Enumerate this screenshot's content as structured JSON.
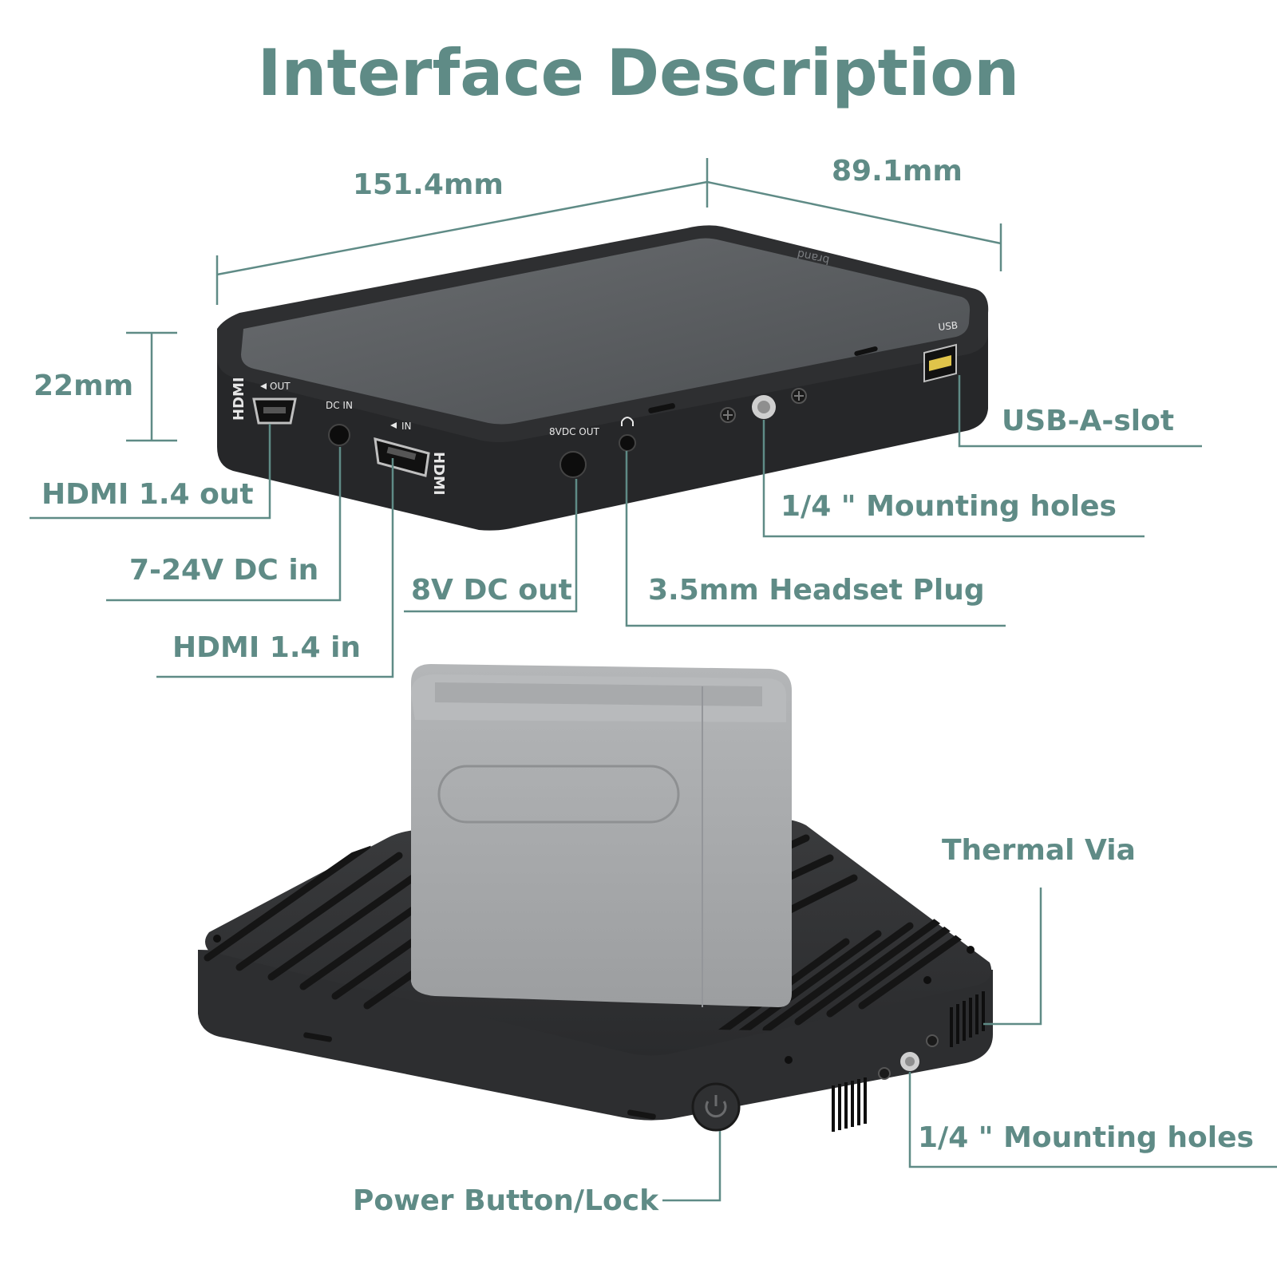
{
  "title": "Interface Description",
  "dimensions": {
    "length": "151.4mm",
    "width": "89.1mm",
    "height": "22mm"
  },
  "callouts": {
    "hdmi_out": "HDMI 1.4 out",
    "dc_in": "7-24V DC in",
    "hdmi_in": "HDMI 1.4 in",
    "dc_out": "8V DC out",
    "headset": "3.5mm Headset Plug",
    "mounting_top": "1/4 \" Mounting holes",
    "usb": "USB-A-slot",
    "thermal": "Thermal Via",
    "mounting_bottom": "1/4 \" Mounting holes",
    "power": "Power Button/Lock"
  },
  "device_port_labels": {
    "out": "OUT",
    "dc_in": "DC IN",
    "in": "IN",
    "dc_out": "8VDC OUT",
    "usb": "USB",
    "hdmi_logo": "HDMI"
  },
  "colors": {
    "accent": "#5f8b86",
    "device_body": "#2b2c2e",
    "screen": "#5a5d60",
    "battery": "#a6a8aa"
  }
}
